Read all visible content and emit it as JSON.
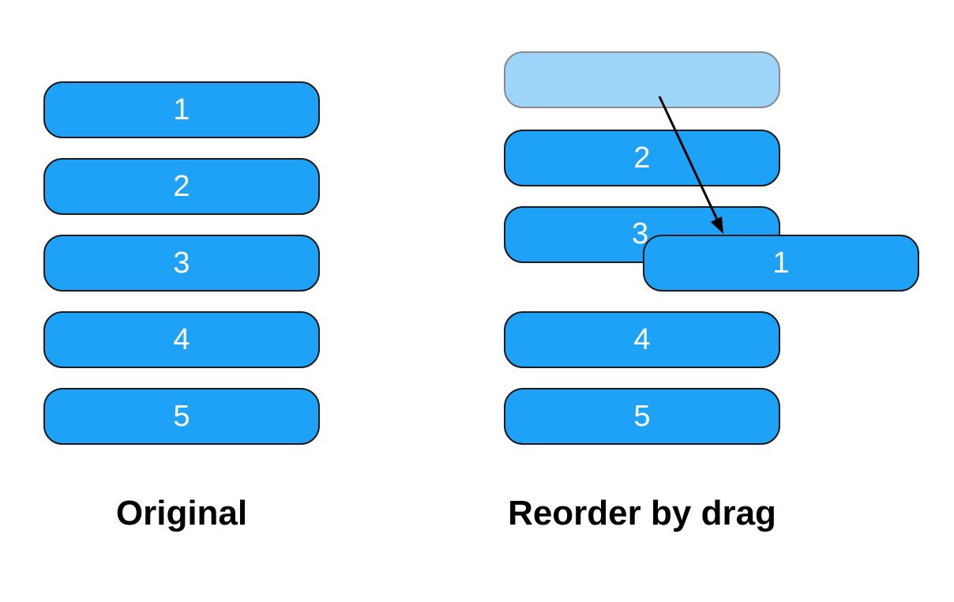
{
  "original": {
    "items": [
      "1",
      "2",
      "3",
      "4",
      "5"
    ],
    "caption": "Original"
  },
  "reorder": {
    "items": [
      "",
      "2",
      "3",
      "1",
      "4",
      "5"
    ],
    "caption": "Reorder by drag"
  },
  "colors": {
    "item_fill": "#1ea2f8",
    "placeholder_fill": "#9dd5fb",
    "item_text": "#ffffff",
    "arrow": "#000000"
  }
}
